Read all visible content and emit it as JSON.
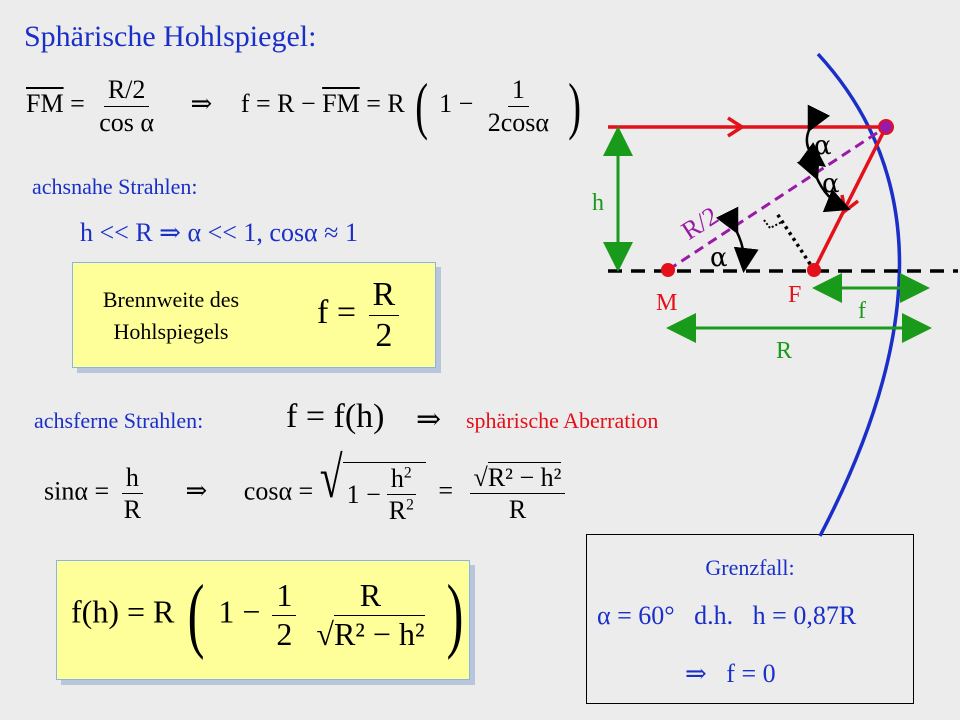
{
  "title": "Sphärische Hohlspiegel:",
  "eq1": {
    "fm": "FM",
    "eq": "=",
    "num": "R/2",
    "den": "cos α",
    "arrow": "⇒",
    "rhs_a": "f = R −",
    "rhs_fm": "FM",
    "rhs_b": "= R",
    "one": "1 −",
    "inner_num": "1",
    "inner_den": "2cosα"
  },
  "near": {
    "heading": "achsnahe Strahlen:",
    "condition": "h << R ⇒ α << 1, cosα ≈ 1"
  },
  "brennweite": {
    "label_line1": "Brennweite des",
    "label_line2": "Hohlspiegels",
    "lhs": "f =",
    "num": "R",
    "den": "2"
  },
  "far": {
    "heading": "achsferne Strahlen:",
    "formula": "f = f(h)",
    "arrow": "⇒",
    "result": "sphärische Aberration"
  },
  "sin_eq": {
    "sin": "sinα =",
    "num": "h",
    "den": "R",
    "arrow": "⇒",
    "cos": "cosα =",
    "one": "1 −",
    "h2": "h",
    "R2": "R",
    "eq": "=",
    "num2": "R² − h²",
    "den2": "R"
  },
  "fh": {
    "lhs": "f(h) = R",
    "one": "1 −",
    "half_num": "1",
    "half_den": "2",
    "r_num": "R",
    "r_den": "R² − h²"
  },
  "grenzfall": {
    "heading": "Grenzfall:",
    "line1": "α = 60°   d.h.   h = 0,87R",
    "line2": "⇒   f = 0"
  },
  "diagram": {
    "label_h": "h",
    "label_R2": "R/2",
    "label_alpha1": "α",
    "label_alpha2": "α",
    "label_alpha3": "α",
    "label_M": "M",
    "label_F": "F",
    "label_f": "f",
    "label_R": "R",
    "colors": {
      "ray": "#e4101a",
      "mirror": "#1a2fc8",
      "measure": "#1a9a1a",
      "radius": "#9a1aa8",
      "axis": "#000000"
    }
  }
}
